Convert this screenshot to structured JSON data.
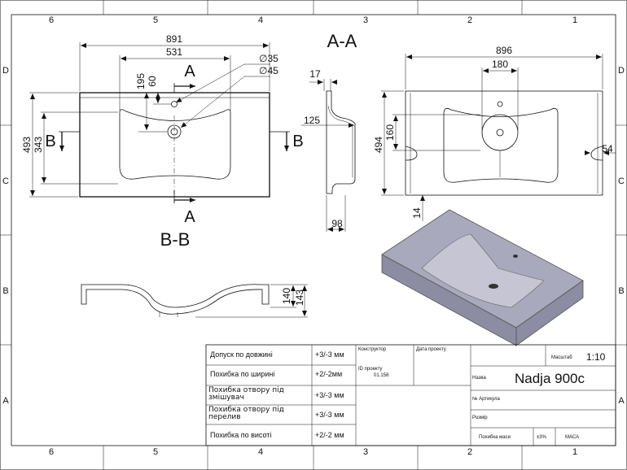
{
  "border": {
    "top_columns": [
      "6",
      "5",
      "4",
      "3",
      "2",
      "1"
    ],
    "bottom_columns": [
      "6",
      "5",
      "4",
      "3",
      "2",
      "1"
    ],
    "left_rows": [
      "D",
      "C",
      "B",
      "A"
    ],
    "right_rows": [
      "D",
      "C",
      "B",
      "A"
    ]
  },
  "section_labels": {
    "aa_title": "A-A",
    "bb_title": "B-B",
    "a_top": "A",
    "a_bottom": "A",
    "b_left": "B",
    "b_right": "B"
  },
  "front_view": {
    "overall_width": "891",
    "bowl_width": "531",
    "hole_small": "∅35",
    "hole_large": "∅45",
    "dim_195": "195",
    "dim_60": "60",
    "depth_493": "493",
    "depth_343": "343"
  },
  "side_view": {
    "dim_17": "17",
    "dim_125": "125",
    "dim_98": "98"
  },
  "top_view": {
    "overall_width": "896",
    "hole_spacing": "180",
    "depth_494": "494",
    "depth_160": "160",
    "dim_54": "54",
    "dim_14": "14"
  },
  "section_b": {
    "height_140": "140",
    "height_143": "143"
  },
  "iso_view": {
    "fill_color": "#a9a9bd",
    "bowl_color": "#c5c5d4",
    "edge_color": "#8c8ca2"
  },
  "title_block": {
    "tolerances": [
      {
        "label": "Допуск по довжині",
        "value": "+3/-3 мм"
      },
      {
        "label": "Похибка по ширині",
        "value": "+2/-2мм"
      },
      {
        "label": "Похибка отвору під змішувач",
        "value": "+3/-3 мм"
      },
      {
        "label": "Похибка отвору під перелив",
        "value": "+3/-3 мм"
      },
      {
        "label": "Похибка по висоті",
        "value": "+2/-2 мм"
      }
    ],
    "constructor_label": "Конструктор",
    "project_date_label": "Дата проекту",
    "project_id_label": "ID проекту",
    "project_id_value": "01.158",
    "scale_label": "Масштаб",
    "scale_value": "1:10",
    "name_label": "Назва",
    "name_value": "Nadja 900c",
    "article_label": "№ Артикула",
    "size_label": "Розмір",
    "mass_error_label": "Похибка маси",
    "mass_error_value": "±3%",
    "mass_label": "МАСА"
  }
}
